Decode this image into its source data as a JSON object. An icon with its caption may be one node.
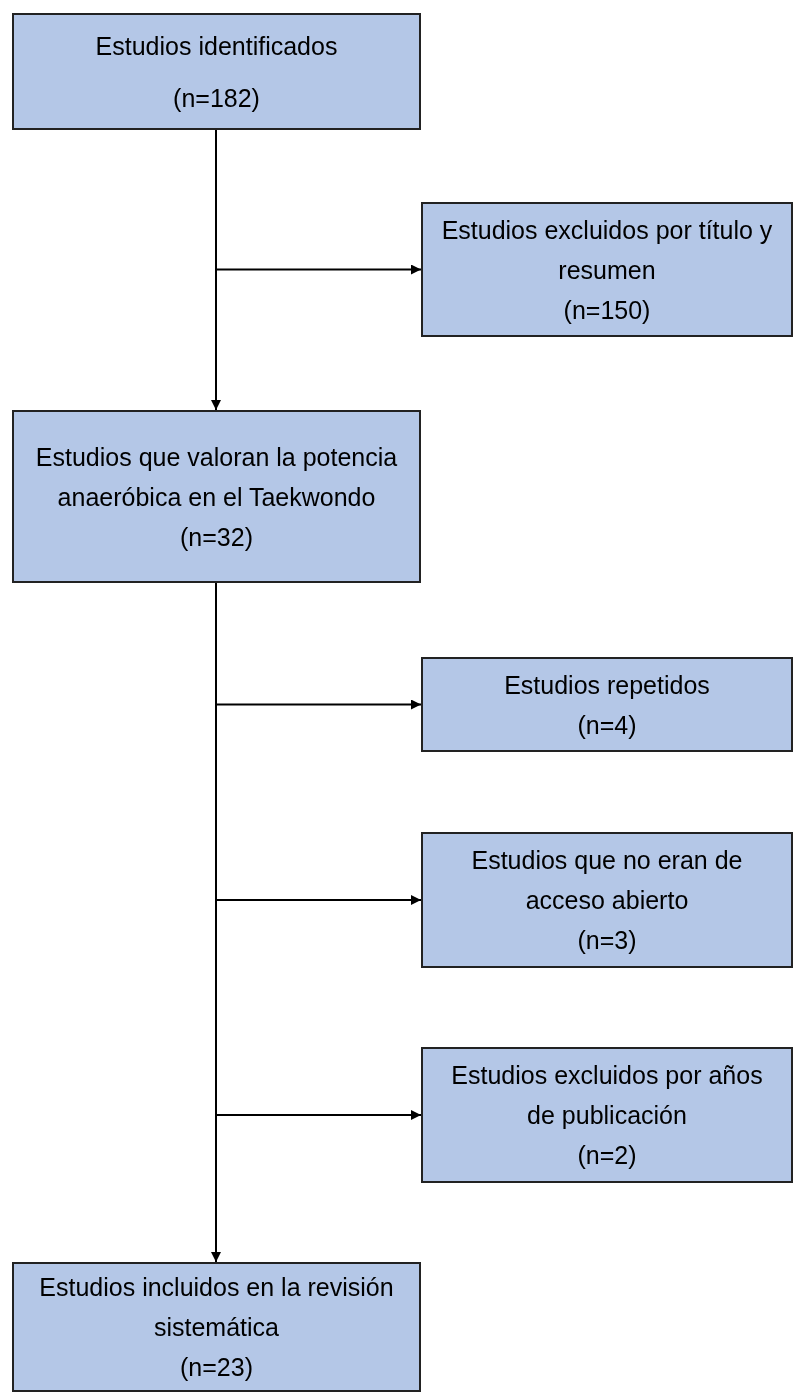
{
  "diagram": {
    "nodes": [
      {
        "text": [
          "Estudios identificados",
          "(n=182)"
        ]
      },
      {
        "text": [
          "Estudios excluidos por título y resumen",
          "(n=150)"
        ]
      },
      {
        "text": [
          "Estudios que valoran la potencia anaeróbica en el Taekwondo",
          "(n=32)"
        ]
      },
      {
        "text": [
          "Estudios repetidos",
          "(n=4)"
        ]
      },
      {
        "text": [
          "Estudios que no eran de acceso abierto",
          "(n=3)"
        ]
      },
      {
        "text": [
          "Estudios excluidos por años de publicación",
          "(n=2)"
        ]
      },
      {
        "text": [
          "Estudios incluidos en la revisión sistemática",
          "(n=23)"
        ]
      }
    ],
    "edges": [
      {
        "from": 0,
        "to": 1,
        "arrow": "to"
      },
      {
        "from": 0,
        "to": 2,
        "arrow": "to"
      },
      {
        "from": 2,
        "to": 3,
        "arrow": "to"
      },
      {
        "from": 2,
        "to": 4,
        "arrow": "to"
      },
      {
        "from": 2,
        "to": 5,
        "arrow": "to"
      },
      {
        "from": 2,
        "to": 6,
        "arrow": "to"
      }
    ]
  }
}
